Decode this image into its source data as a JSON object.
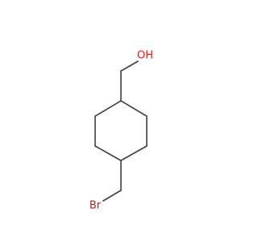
{
  "structure": {
    "atoms": [
      {
        "id": "oh",
        "label": "OH",
        "color": "#ff0d0d"
      },
      {
        "id": "br",
        "label": "Br",
        "color": "#a62929"
      }
    ]
  },
  "colors": {
    "bond": "#404040",
    "background": "#ffffff"
  }
}
